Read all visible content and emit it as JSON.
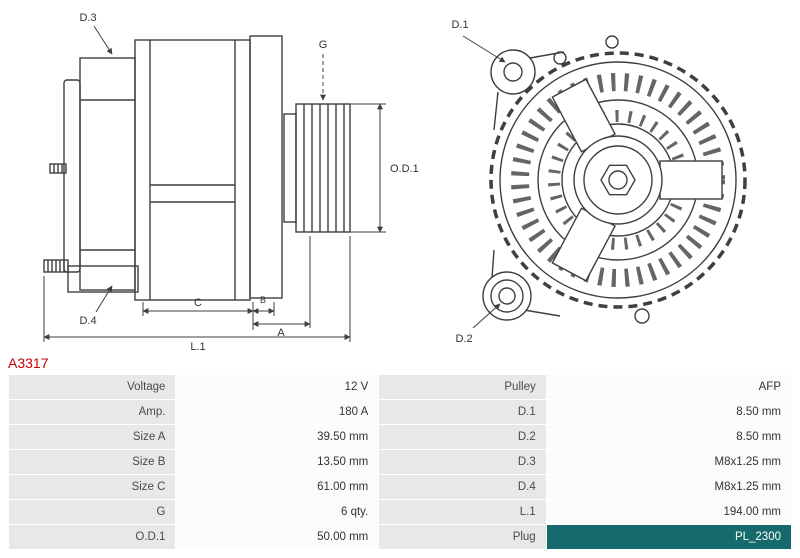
{
  "part_number": "A3317",
  "colors": {
    "accent_red": "#cc0000",
    "label_cell_bg": "#e8e8e8",
    "value_cell_bg": "#fbfbfb",
    "plug_cell_bg": "#166a6d",
    "plug_cell_text": "#ffffff",
    "grid_line": "#e3e3e3",
    "drawing_stroke": "#3f3f3f"
  },
  "diagram": {
    "labels": {
      "d3": "D.3",
      "g": "G",
      "od1": "O.D.1",
      "d4": "D.4",
      "c": "C",
      "b": "B",
      "a": "A",
      "l1": "L.1",
      "d1": "D.1",
      "d2": "D.2"
    }
  },
  "specs": {
    "rows": [
      {
        "label_left": "Voltage",
        "value_left": "12 V",
        "label_right": "Pulley",
        "value_right": "AFP"
      },
      {
        "label_left": "Amp.",
        "value_left": "180 A",
        "label_right": "D.1",
        "value_right": "8.50 mm"
      },
      {
        "label_left": "Size A",
        "value_left": "39.50 mm",
        "label_right": "D.2",
        "value_right": "8.50 mm"
      },
      {
        "label_left": "Size B",
        "value_left": "13.50 mm",
        "label_right": "D.3",
        "value_right": "M8x1.25 mm"
      },
      {
        "label_left": "Size C",
        "value_left": "61.00 mm",
        "label_right": "D.4",
        "value_right": "M8x1.25 mm"
      },
      {
        "label_left": "G",
        "value_left": "6 qty.",
        "label_right": "L.1",
        "value_right": "194.00 mm"
      },
      {
        "label_left": "O.D.1",
        "value_left": "50.00 mm",
        "label_right": "Plug",
        "value_right": "PL_2300"
      }
    ]
  }
}
